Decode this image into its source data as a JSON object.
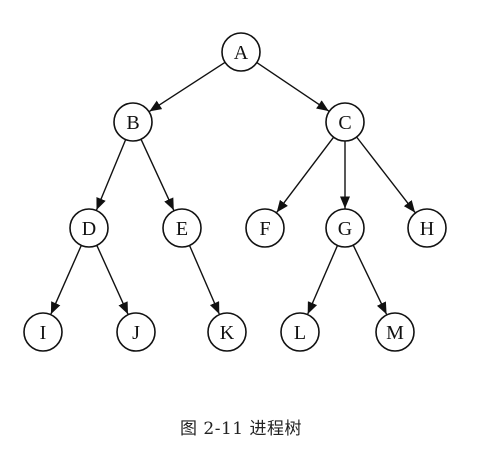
{
  "diagram": {
    "nodes": [
      {
        "id": "A",
        "label": "A"
      },
      {
        "id": "B",
        "label": "B"
      },
      {
        "id": "C",
        "label": "C"
      },
      {
        "id": "D",
        "label": "D"
      },
      {
        "id": "E",
        "label": "E"
      },
      {
        "id": "F",
        "label": "F"
      },
      {
        "id": "G",
        "label": "G"
      },
      {
        "id": "H",
        "label": "H"
      },
      {
        "id": "I",
        "label": "I"
      },
      {
        "id": "J",
        "label": "J"
      },
      {
        "id": "K",
        "label": "K"
      },
      {
        "id": "L",
        "label": "L"
      },
      {
        "id": "M",
        "label": "M"
      }
    ],
    "edges": [
      {
        "from": "A",
        "to": "B"
      },
      {
        "from": "A",
        "to": "C"
      },
      {
        "from": "B",
        "to": "D"
      },
      {
        "from": "B",
        "to": "E"
      },
      {
        "from": "C",
        "to": "F"
      },
      {
        "from": "C",
        "to": "G"
      },
      {
        "from": "C",
        "to": "H"
      },
      {
        "from": "D",
        "to": "I"
      },
      {
        "from": "D",
        "to": "J"
      },
      {
        "from": "E",
        "to": "K"
      },
      {
        "from": "G",
        "to": "L"
      },
      {
        "from": "G",
        "to": "M"
      }
    ]
  },
  "caption": "图 2-11    进程树"
}
